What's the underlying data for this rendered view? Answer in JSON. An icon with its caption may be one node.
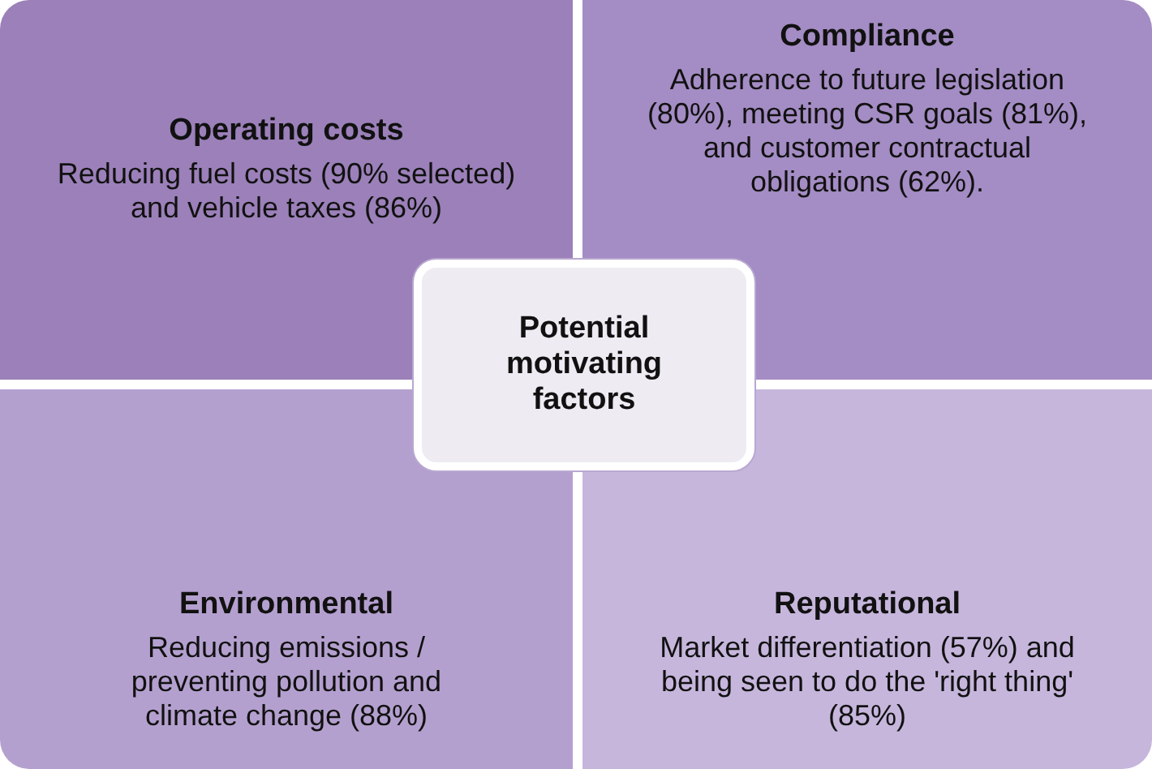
{
  "diagram": {
    "nodes": [
      {
        "text": [
          "Operating costs",
          "Reducing fuel costs (90% selected) and vehicle taxes (86%)"
        ]
      },
      {
        "text": [
          "Compliance",
          "Adherence to future legislation (80%), meeting CSR goals (81%), and customer contractual obligations (62%)."
        ]
      },
      {
        "text": [
          "Potential motivating factors"
        ]
      },
      {
        "text": [
          "Environmental",
          "Reducing emissions / preventing pollution and climate change (88%)"
        ]
      },
      {
        "text": [
          "Reputational",
          "Market differentiation (57%) and being seen to do the 'right thing' (85%)"
        ]
      }
    ]
  }
}
